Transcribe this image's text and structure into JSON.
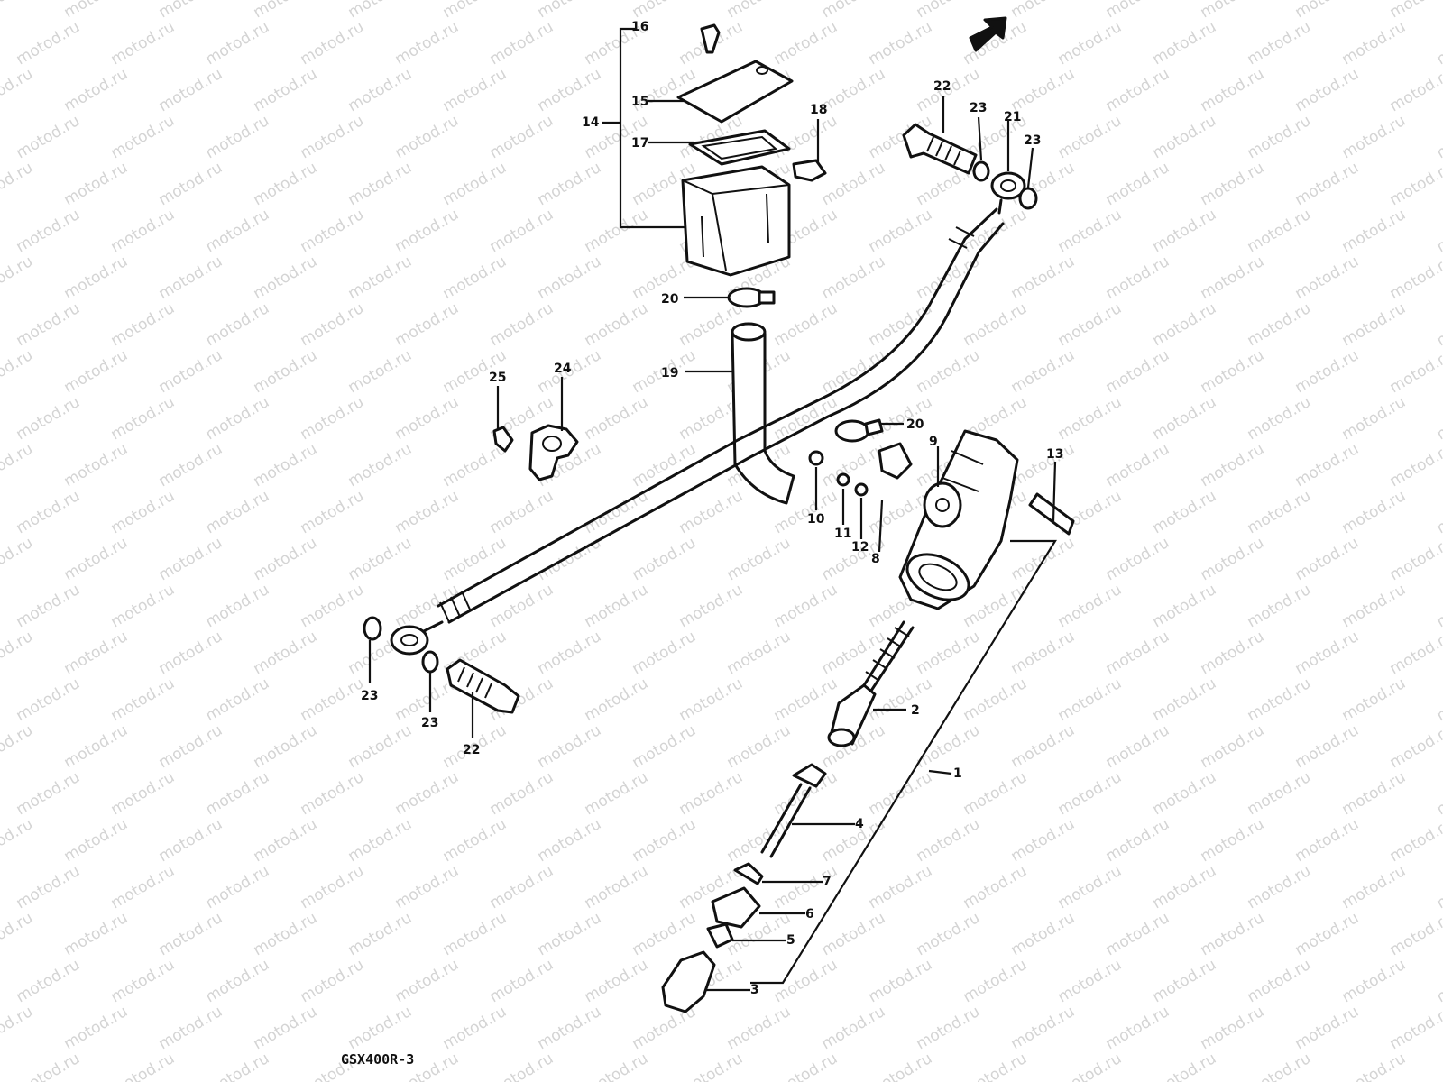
{
  "watermark": "motod.ru",
  "diagram_code": "GSX400R-3",
  "callouts": [
    {
      "id": "c1",
      "text": "1"
    },
    {
      "id": "c2",
      "text": "2"
    },
    {
      "id": "c3",
      "text": "3"
    },
    {
      "id": "c4",
      "text": "4"
    },
    {
      "id": "c5",
      "text": "5"
    },
    {
      "id": "c6",
      "text": "6"
    },
    {
      "id": "c7",
      "text": "7"
    },
    {
      "id": "c8",
      "text": "8"
    },
    {
      "id": "c9",
      "text": "9"
    },
    {
      "id": "c10",
      "text": "10"
    },
    {
      "id": "c11",
      "text": "11"
    },
    {
      "id": "c12",
      "text": "12"
    },
    {
      "id": "c13",
      "text": "13"
    },
    {
      "id": "c14",
      "text": "14"
    },
    {
      "id": "c15",
      "text": "15"
    },
    {
      "id": "c16",
      "text": "16"
    },
    {
      "id": "c17",
      "text": "17"
    },
    {
      "id": "c18",
      "text": "18"
    },
    {
      "id": "c19",
      "text": "19"
    },
    {
      "id": "c20a",
      "text": "20"
    },
    {
      "id": "c20b",
      "text": "20"
    },
    {
      "id": "c21",
      "text": "21"
    },
    {
      "id": "c22a",
      "text": "22"
    },
    {
      "id": "c22b",
      "text": "22"
    },
    {
      "id": "c23a",
      "text": "23"
    },
    {
      "id": "c23b",
      "text": "23"
    },
    {
      "id": "c23c",
      "text": "23"
    },
    {
      "id": "c23d",
      "text": "23"
    },
    {
      "id": "c24",
      "text": "24"
    },
    {
      "id": "c25",
      "text": "25"
    }
  ],
  "icons": [
    "front-arrow-icon"
  ]
}
